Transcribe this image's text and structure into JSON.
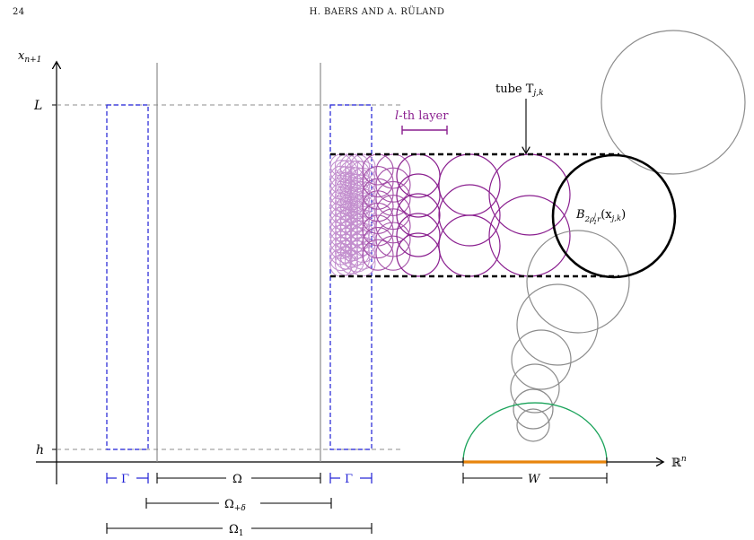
{
  "header": {
    "page_number": "24",
    "running_head": "H. BAERS AND A. RÜLAND"
  },
  "figure": {
    "axis_y_label": "x",
    "axis_y_sub": "n+1",
    "axis_x_label": "ℝ",
    "axis_x_sup": "n",
    "level_L": "L",
    "level_h": "h",
    "layer_label_l": "l",
    "layer_label_rest": "-th layer",
    "tube_label": "tube T",
    "tube_sub": "j,k",
    "ball_label": "B",
    "ball_sub_main": "2ρ",
    "ball_sub_sup": "j",
    "ball_sub_sub": "1",
    "ball_sub_end": "r",
    "ball_arg": "(x",
    "ball_arg_sub": "j,k",
    "ball_arg_end": ")",
    "gamma_left": "Γ",
    "gamma_right": "Γ",
    "omega": "Ω",
    "omega_delta": "Ω",
    "omega_delta_sub": "+δ",
    "omega_one": "Ω",
    "omega_one_sub": "1",
    "w_label": "W",
    "colors": {
      "blue": "#1f1fd6",
      "purple": "#8a1f8f",
      "light_purple": "#c38fce",
      "orange": "#e8850c",
      "green": "#1aa35a",
      "gray": "#8c8c8c",
      "black": "#000000"
    }
  }
}
